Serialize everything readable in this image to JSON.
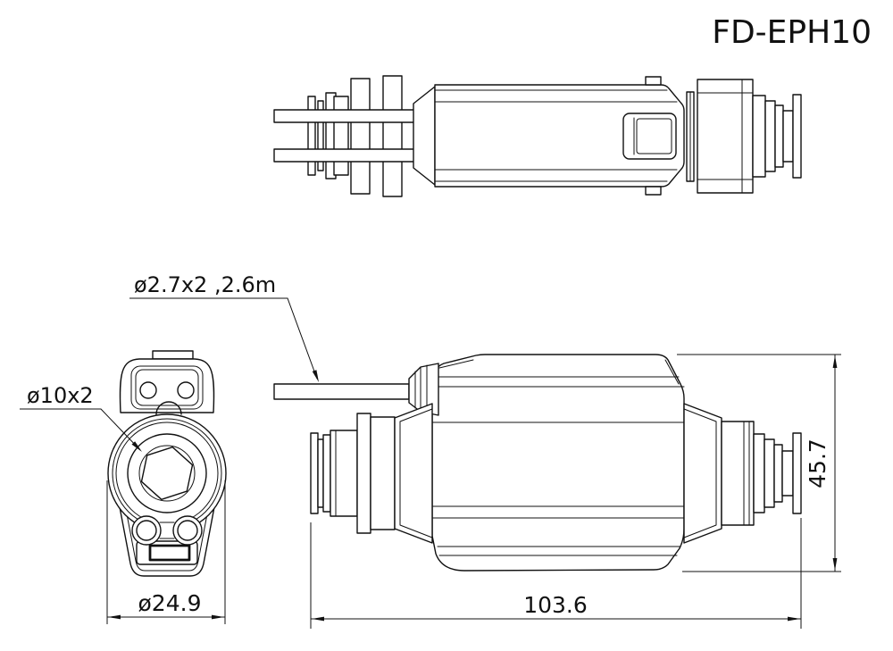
{
  "title": "FD-EPH10",
  "annotations": {
    "cable": "ø2.7x2 ,2.6m",
    "hex_socket": "ø10x2"
  },
  "dimensions": {
    "body_height": "45.7",
    "face_diameter": "ø24.9",
    "body_length": "103.6"
  },
  "colors": {
    "line": "#111111",
    "background": "#ffffff"
  }
}
